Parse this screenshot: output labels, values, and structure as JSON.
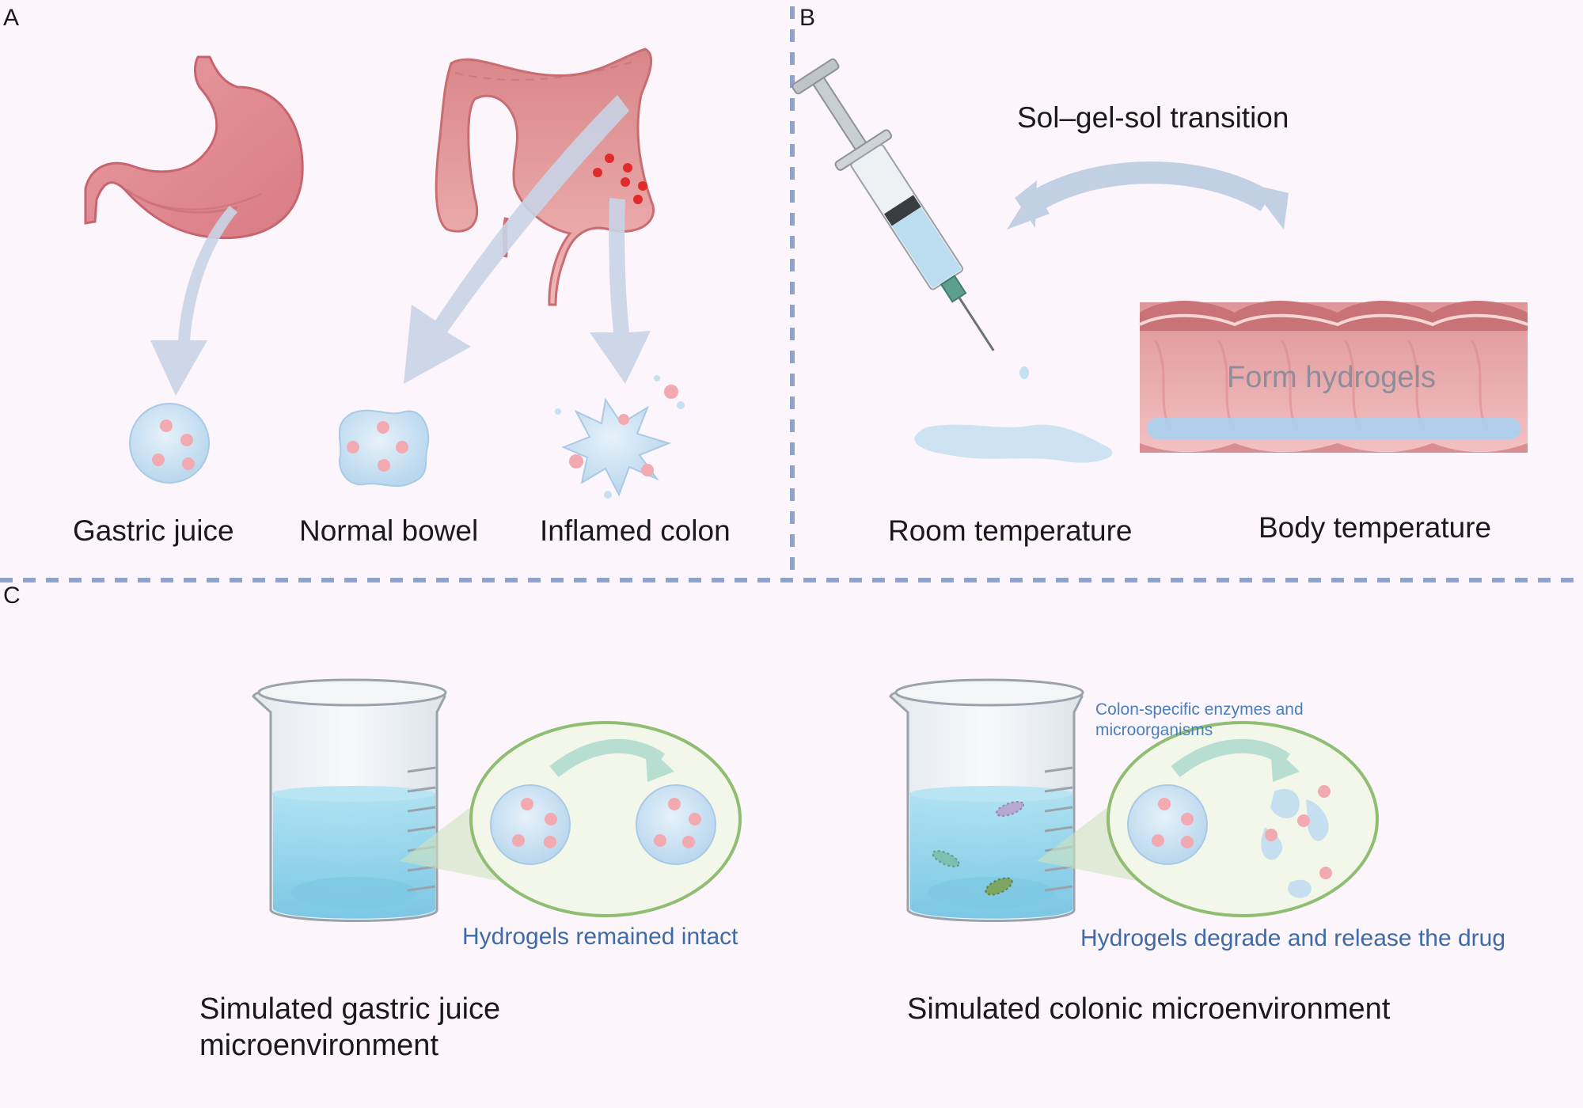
{
  "panels": {
    "a": {
      "letter": "A",
      "labels": {
        "gastric": "Gastric juice",
        "normal": "Normal bowel",
        "inflamed": "Inflamed colon"
      }
    },
    "b": {
      "letter": "B",
      "transition": "Sol–gel-sol transition",
      "form_hydrogels": "Form hydrogels",
      "room_temp": "Room temperature",
      "body_temp": "Body temperature"
    },
    "c": {
      "letter": "C",
      "intact": "Hydrogels remained intact",
      "enzymes_note": "Colon-specific enzymes and microorganisms",
      "degrade": "Hydrogels degrade and release the drug",
      "gastric_env": "Simulated gastric juice microenvironment",
      "colonic_env": "Simulated colonic microenvironment"
    }
  },
  "colors": {
    "background": "#fcf5fb",
    "divider": "#8ea4cc",
    "arrow": "#c9d4e6",
    "organ": "#e8979b",
    "hydrogel": "#c6dff0",
    "dot": "#f2a9b0",
    "water": "#8fd3ea",
    "zoom_circle": "#8fbe72",
    "blue_text": "#3f6aa8"
  }
}
